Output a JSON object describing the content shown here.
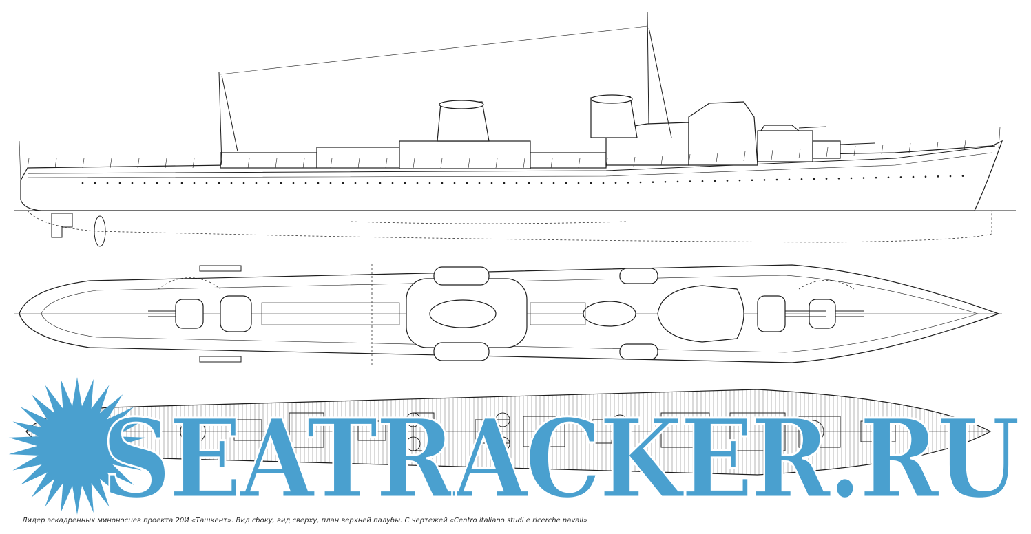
{
  "caption": "Лидер эскадренных миноносцев проекта 20И «Ташкент». Вид сбоку, вид сверху, план верхней палубы. С чертежей «Centro italiano studi e ricerche navali»",
  "watermark": {
    "text": "SEATRACKER.RU",
    "color": "#4aa0cf"
  },
  "views": [
    "side-profile",
    "top-view",
    "upper-deck-plan"
  ]
}
